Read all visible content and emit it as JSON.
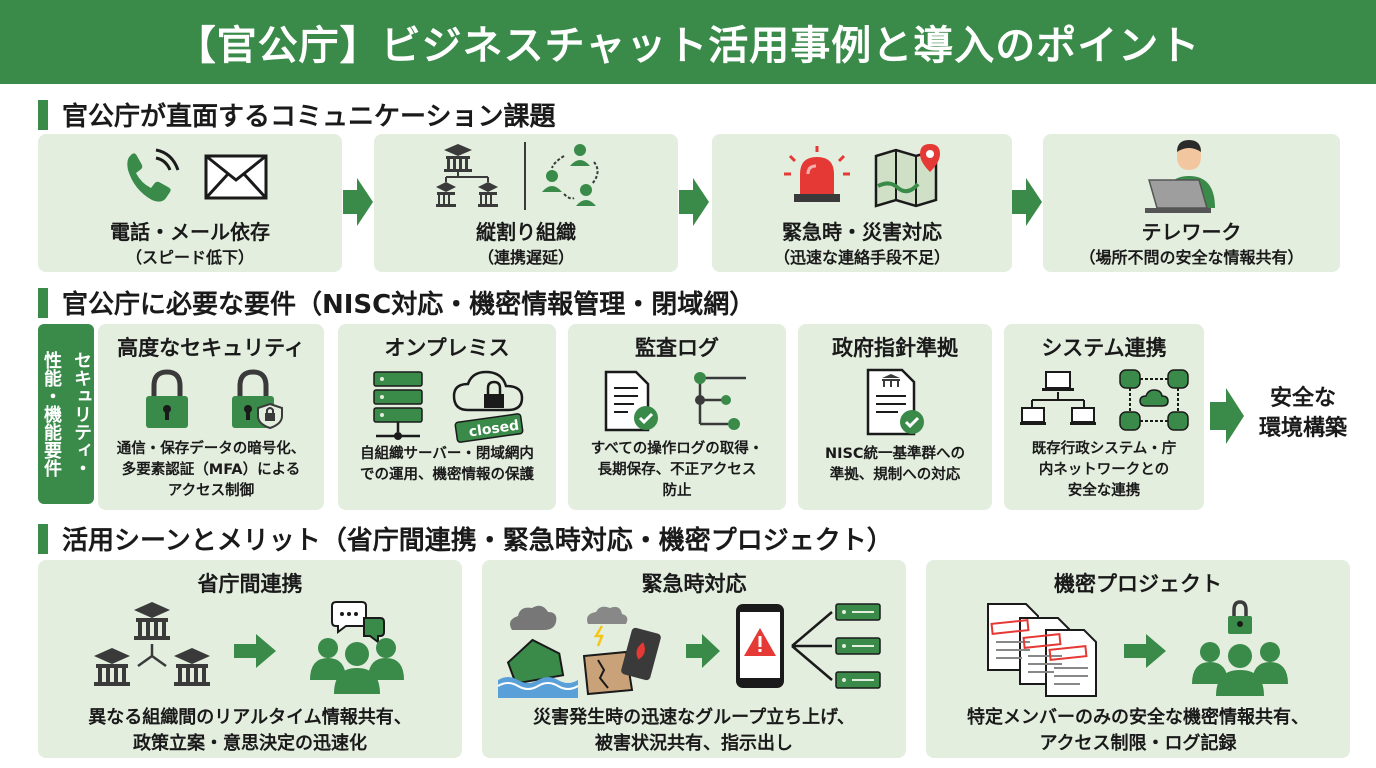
{
  "header": {
    "title": "【官公庁】ビジネスチャット活用事例と導入のポイント"
  },
  "section1": {
    "title": "官公庁が直面するコミュニケーション課題",
    "cards": [
      {
        "title": "電話・メール依存",
        "sub": "（スピード低下）"
      },
      {
        "title": "縦割り組織",
        "sub": "（連携遅延）"
      },
      {
        "title": "緊急時・災害対応",
        "sub": "（迅速な連絡手段不足）"
      },
      {
        "title": "テレワーク",
        "sub": "（場所不問の安全な情報共有）"
      }
    ]
  },
  "section2": {
    "title": "官公庁に必要な要件（NISC対応・機密情報管理・閉域網）",
    "side_label_col1": "セキュリティ・",
    "side_label_col2": "性能・機能要件",
    "cards": [
      {
        "title": "高度なセキュリティ",
        "desc1": "通信・保存データの暗号化、",
        "desc2": "多要素認証（MFA）による",
        "desc3": "アクセス制御"
      },
      {
        "title": "オンプレミス",
        "desc1": "自組織サーバー・閉域網内",
        "desc2": "での運用、機密情報の保護",
        "desc3": "",
        "badge": "closed"
      },
      {
        "title": "監査ログ",
        "desc1": "すべての操作ログの取得・",
        "desc2": "長期保存、不正アクセス",
        "desc3": "防止"
      },
      {
        "title": "政府指針準拠",
        "desc1": "NISC統一基準群への",
        "desc2": "準拠、規制への対応",
        "desc3": ""
      },
      {
        "title": "システム連携",
        "desc1": "既存行政システム・庁",
        "desc2": "内ネットワークとの",
        "desc3": "安全な連携"
      }
    ],
    "result_line1": "安全な",
    "result_line2": "環境構築"
  },
  "section3": {
    "title": "活用シーンとメリット（省庁間連携・緊急時対応・機密プロジェクト）",
    "cards": [
      {
        "title": "省庁間連携",
        "desc1": "異なる組織間のリアルタイム情報共有、",
        "desc2": "政策立案・意思決定の迅速化"
      },
      {
        "title": "緊急時対応",
        "desc1": "災害発生時の迅速なグループ立ち上げ、",
        "desc2": "被害状況共有、指示出し"
      },
      {
        "title": "機密プロジェクト",
        "desc1": "特定メンバーのみの安全な機密情報共有、",
        "desc2": "アクセス制限・ログ記録"
      }
    ]
  },
  "colors": {
    "brand_green": "#3a8a4a",
    "card_bg": "#e3eedf",
    "alert_red": "#e53935"
  }
}
